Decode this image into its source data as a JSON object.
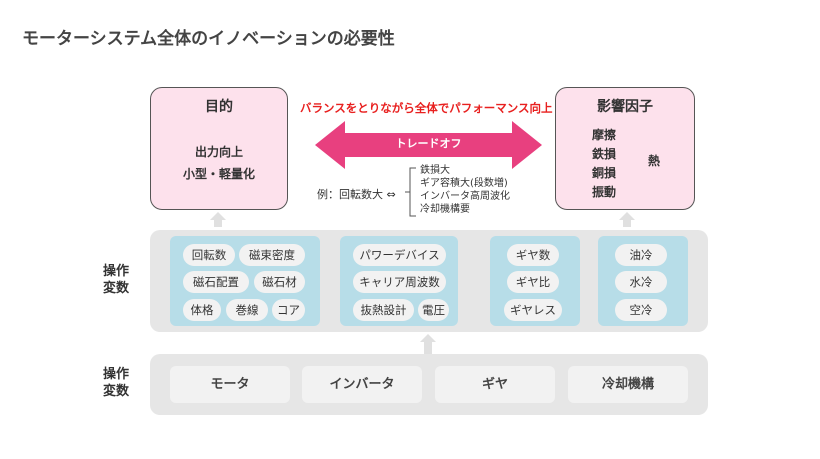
{
  "title": "モーターシステム全体のイノベーションの必要性",
  "goal": {
    "heading": "目的",
    "lines": [
      "出力向上",
      "小型・軽量化"
    ]
  },
  "factors": {
    "heading": "影響因子",
    "items": [
      "摩擦",
      "鉄損",
      "銅損",
      "振動"
    ],
    "heat": "熱"
  },
  "balance": "バランスをとりながら全体でパフォーマンス向上",
  "tradeoff": "トレードオフ",
  "example": {
    "label": "例：回転数大 ⇔",
    "effects": [
      "鉄損大",
      "ギア容積大(段数増)",
      "インバータ高周波化",
      "冷却機構要"
    ]
  },
  "variables_label_1": [
    "操作",
    "変数"
  ],
  "variables_label_2": [
    "操作",
    "変数"
  ],
  "groups": [
    [
      "回転数",
      "磁束密度",
      "磁石配置",
      "磁石材",
      "体格",
      "巻線",
      "コア"
    ],
    [
      "パワーデバイス",
      "キャリア周波数",
      "抜熱設計",
      "電圧"
    ],
    [
      "ギヤ数",
      "ギヤ比",
      "ギヤレス"
    ],
    [
      "油冷",
      "水冷",
      "空冷"
    ]
  ],
  "components": [
    "モータ",
    "インバータ",
    "ギヤ",
    "冷却機構"
  ],
  "colors": {
    "pink_box": "#fde1ec",
    "arrow": "#e8407f",
    "group": "#b7dde8",
    "band": "#e6e6e6",
    "balance": "#e8201f"
  }
}
